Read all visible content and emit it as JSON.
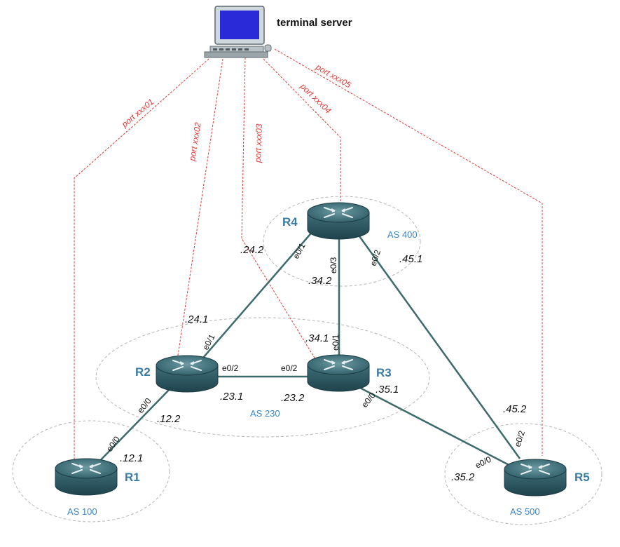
{
  "terminal_server": {
    "label": "terminal server"
  },
  "colors": {
    "console": "#e53935",
    "link": "#3d6b6b",
    "as_label": "#3a86c8",
    "router_name": "#3a7ca5"
  },
  "routers": {
    "r1": {
      "name": "R1",
      "as": "AS 100"
    },
    "r2": {
      "name": "R2",
      "as": "AS 230"
    },
    "r3": {
      "name": "R3"
    },
    "r4": {
      "name": "R4",
      "as": "AS 400"
    },
    "r5": {
      "name": "R5",
      "as": "AS 500"
    }
  },
  "ports": {
    "p1": "port xxx01",
    "p2": "port xxx02",
    "p3": "port xxx03",
    "p4": "port xxx04",
    "p5": "port xxx05"
  },
  "interfaces": {
    "r1_e00": "e0/0",
    "r2_e00": "e0/0",
    "r2_e01": "e0/1",
    "r2_e02": "e0/2",
    "r3_e02": "e0/2",
    "r3_e01": "e0/1",
    "r3_e00": "e0/0",
    "r4_e01": "e0/1",
    "r4_e03": "e0/3",
    "r4_e02": "e0/2",
    "r5_e00": "e0/0",
    "r5_e02": "e0/2"
  },
  "ips": {
    "r1_12": ".12.1",
    "r2_12": ".12.2",
    "r2_24": ".24.1",
    "r2_23": ".23.1",
    "r3_23": ".23.2",
    "r3_34": ".34.1",
    "r3_35": ".35.1",
    "r4_24": ".24.2",
    "r4_34": ".34.2",
    "r4_45": ".45.1",
    "r5_45": ".45.2",
    "r5_35": ".35.2"
  }
}
